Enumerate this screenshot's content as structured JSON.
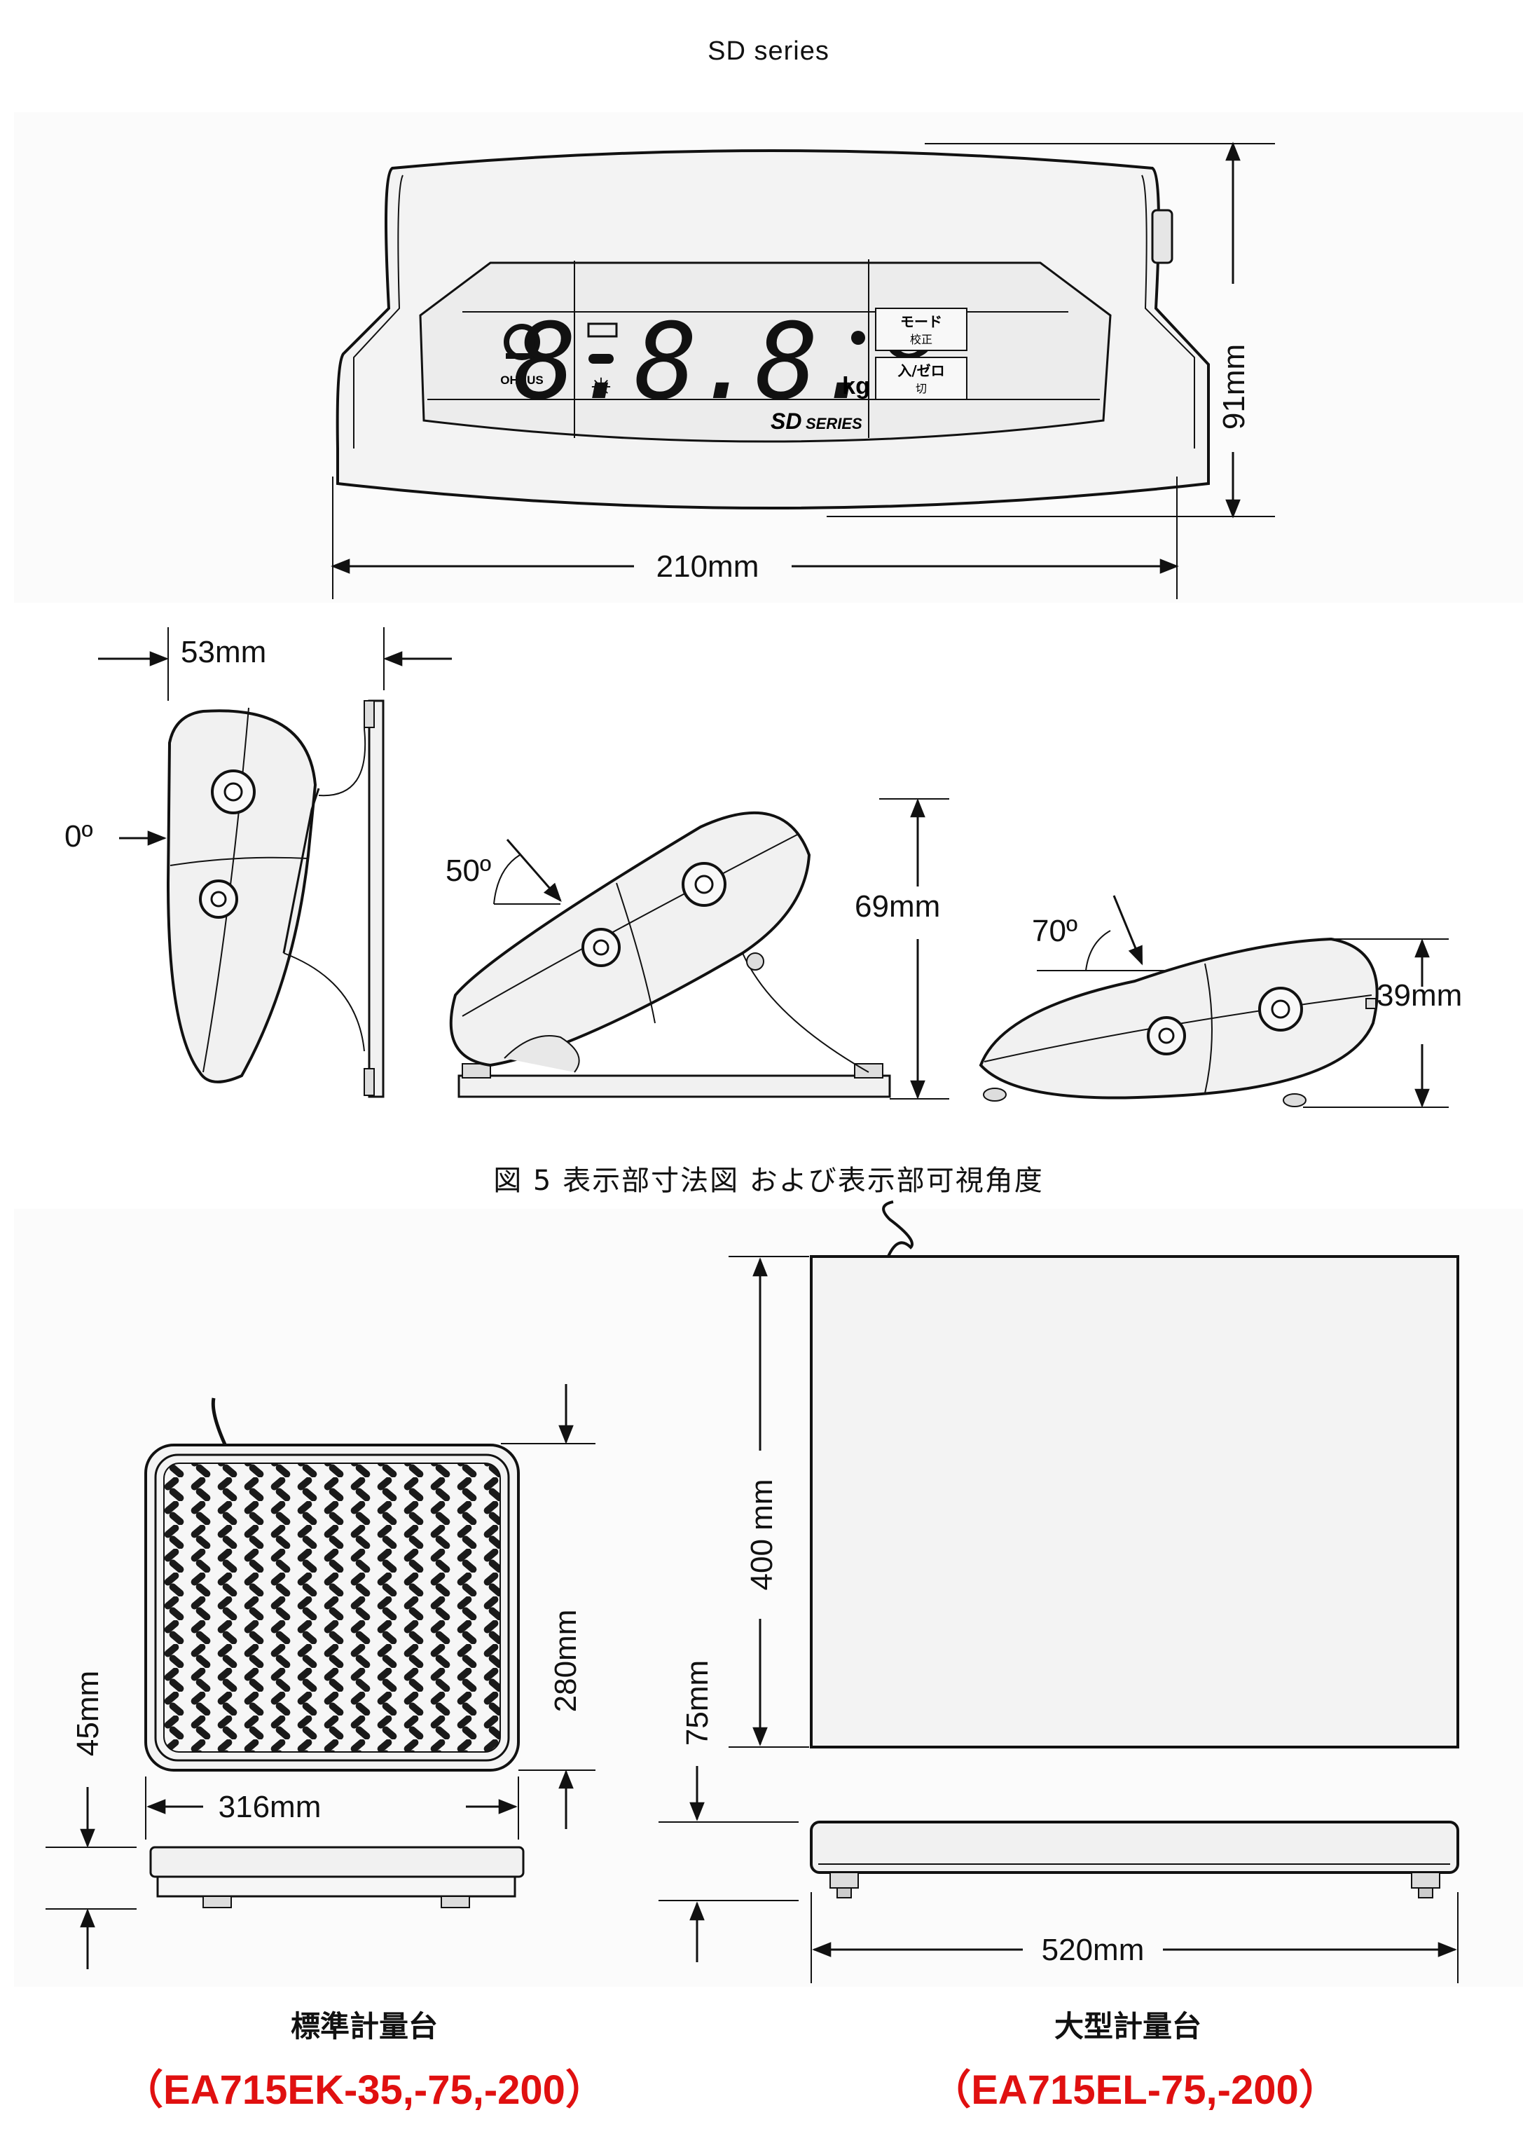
{
  "header": {
    "title": "SD series"
  },
  "display": {
    "logo_text": "OHAUS",
    "digits": "8.8.8.8",
    "unit": "kg",
    "brand": "SD",
    "brand_suffix": "SERIES",
    "button_mode": "モード",
    "button_mode_sub": "校正",
    "button_zero": "入/ゼロ",
    "button_zero_sub": "切",
    "width": "210mm",
    "height": "91mm"
  },
  "angles": {
    "depth_0": "53mm",
    "angle_0": "0º",
    "angle_50": "50º",
    "height_50": "69mm",
    "angle_70": "70º",
    "height_70": "39mm"
  },
  "caption": "図 5 表示部寸法図 および表示部可視角度",
  "standard": {
    "width": "316mm",
    "depth": "280mm",
    "height": "45mm",
    "label": "標準計量台",
    "model": "（EA715EK-35,-75,-200）"
  },
  "large": {
    "width": "520mm",
    "depth": "400 mm",
    "height": "75mm",
    "label": "大型計量台",
    "model": "（EA715EL-75,-200）"
  },
  "colors": {
    "accent": "#e01010",
    "line": "#111111",
    "panel": "#fbfbfb"
  }
}
